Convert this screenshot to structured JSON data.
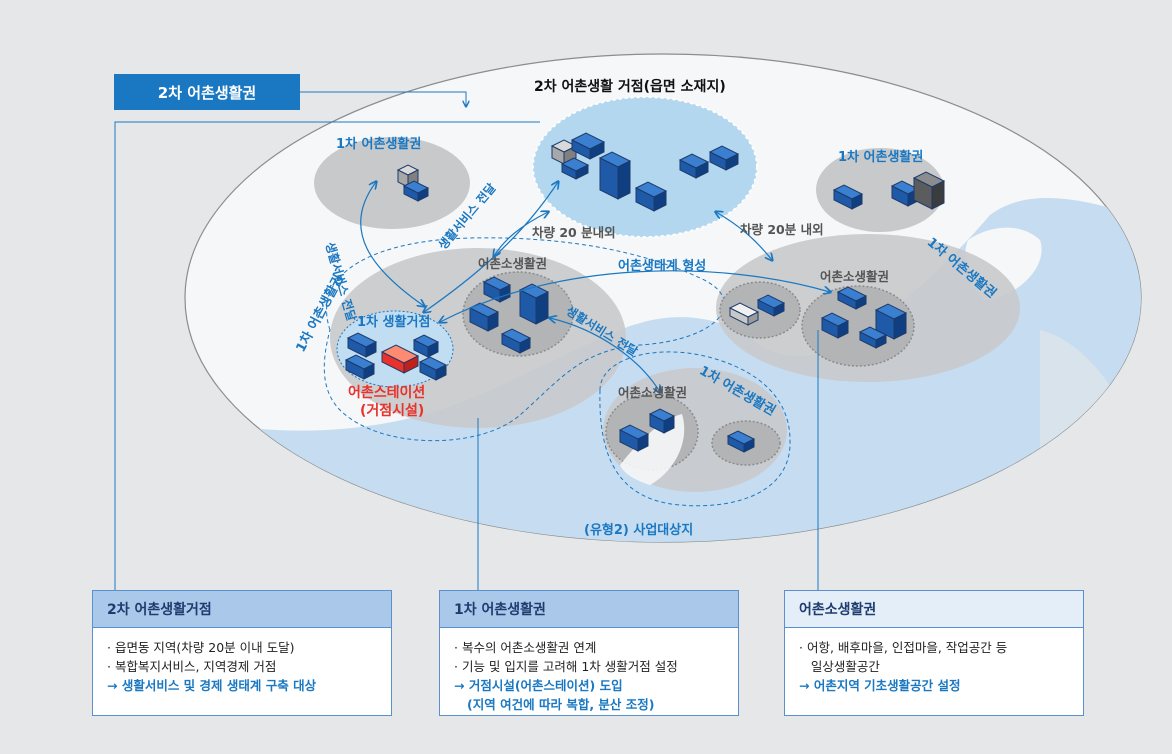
{
  "header_tag": "2차 어촌생활권",
  "labels": {
    "hub_title": "2차 어촌생활 거점(읍면 소재지)",
    "primary_tl": "1차 어촌생활권",
    "primary_tr": "1차 어촌생활권",
    "primary_left": "1차 어촌생활권",
    "primary_right": "1차 어촌생활권",
    "primary_bottom": "1차 어촌생활권",
    "service_delivery_left": "생활서비스 전달",
    "service_delivery_center": "생활서비스 전달",
    "service_delivery_bottom": "생활서비스 전달",
    "drive_20_left": "차량 20 분내외",
    "drive_20_right": "차량 20분 내외",
    "ecosystem": "어촌생태계 형성",
    "small_center": "어촌소생활권",
    "small_right": "어촌소생활권",
    "small_bottom": "어촌소생활권",
    "hub1": "1차 생활거점",
    "station_line1": "어촌스테이션",
    "station_line2": "(거점시설)",
    "target_site": "(유형2) 사업대상지"
  },
  "cards": [
    {
      "title": "2차 어촌생활거점",
      "items": [
        {
          "text": "· 읍면동 지역(차량 20분 이내 도달)",
          "highlight": false
        },
        {
          "text": "· 복합복지서비스, 지역경제 거점",
          "highlight": false
        },
        {
          "text": "→ 생활서비스 및 경제 생태계 구축 대상",
          "highlight": true
        }
      ]
    },
    {
      "title": "1차 어촌생활권",
      "items": [
        {
          "text": "· 복수의 어촌소생활권 연계",
          "highlight": false
        },
        {
          "text": "· 기능 및 입지를 고려해 1차 생활거점 설정",
          "highlight": false
        },
        {
          "text": "→ 거점시설(어촌스테이션) 도입",
          "highlight": true
        },
        {
          "text": "   (지역 여건에 따라 복합, 분산 조정)",
          "highlight": true
        }
      ]
    },
    {
      "title": "어촌소생활권",
      "items": [
        {
          "text": "· 어항, 배후마을, 인접마을, 작업공간 등",
          "highlight": false
        },
        {
          "text": "   일상생활공간",
          "highlight": false
        },
        {
          "text": "→ 어촌지역 기초생활공간 설정",
          "highlight": true
        }
      ]
    }
  ],
  "colors": {
    "accent_blue": "#1a78c2",
    "card_head_dark": "#a9c8ea",
    "card_head_light": "#e3eef9",
    "station_red": "#e8322b",
    "sea": "#c6dcf0",
    "land": "#f6f7f8",
    "zone_gray": "#c8c9cb"
  }
}
